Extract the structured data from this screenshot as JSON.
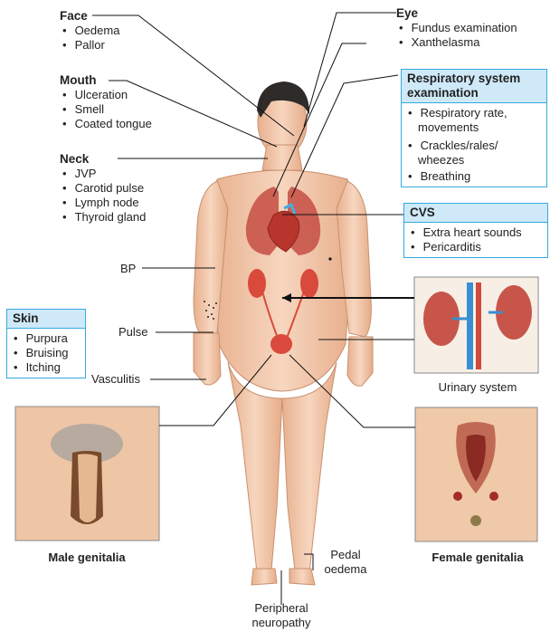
{
  "face": {
    "title": "Face",
    "items": [
      "Oedema",
      "Pallor"
    ]
  },
  "mouth": {
    "title": "Mouth",
    "items": [
      "Ulceration",
      "Smell",
      "Coated tongue"
    ]
  },
  "neck": {
    "title": "Neck",
    "items": [
      "JVP",
      "Carotid pulse",
      "Lymph node",
      "Thyroid gland"
    ]
  },
  "eye": {
    "title": "Eye",
    "items": [
      "Fundus examination",
      "Xanthelasma"
    ]
  },
  "respiratory": {
    "title": "Respiratory system examination",
    "items": [
      "Respiratory rate, movements",
      "Crackles/rales/ wheezes",
      "Breathing"
    ]
  },
  "cvs": {
    "title": "CVS",
    "items": [
      "Extra heart sounds",
      "Pericarditis"
    ]
  },
  "skin": {
    "title": "Skin",
    "items": [
      "Purpura",
      "Bruising",
      "Itching"
    ]
  },
  "labels": {
    "bp": "BP",
    "pulse": "Pulse",
    "vasculitis": "Vasculitis",
    "urinary_system": "Urinary system",
    "male_genitalia": "Male genitalia",
    "female_genitalia": "Female genitalia",
    "pedal_oedema": "Pedal oedema",
    "peripheral_neuropathy": "Peripheral neuropathy"
  },
  "colors": {
    "accent_blue": "#36a9df",
    "box_header": "#cfe9f8",
    "skin": "#f2c7a7",
    "organ": "#c8554a",
    "kidney": "#d94a3c"
  }
}
